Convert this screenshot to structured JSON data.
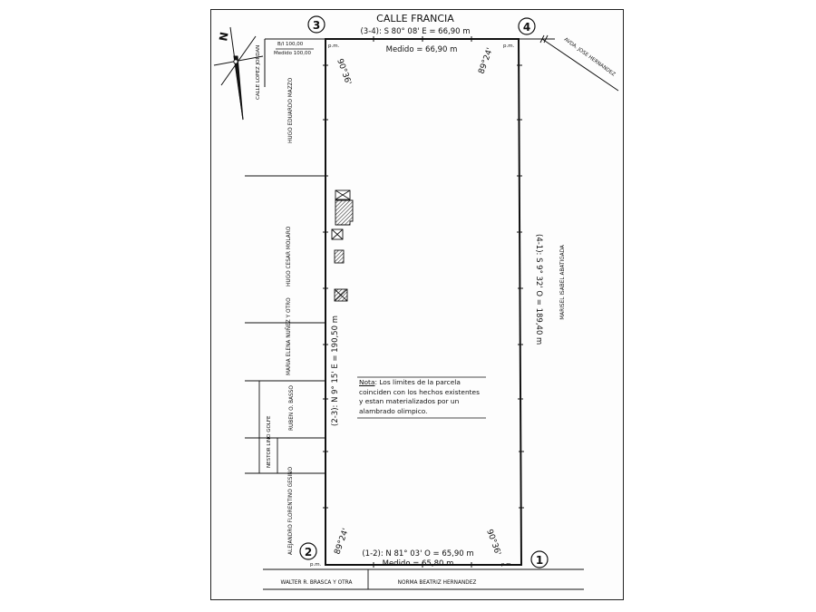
{
  "street_top": "CALLE FRANCIA",
  "side_3_4": "(3-4): S 80° 08' E = 66,90 m",
  "measured_top": "Medido = 66,90 m",
  "side_2_3": "(2-3): N 9° 15' E = 190,50 m",
  "side_4_1": "(4-1): S 9° 32' O = 189,40 m",
  "side_1_2": "(1-2): N 81° 03' O = 65,90 m",
  "measured_bottom": "Medido = 65,80 m",
  "vertices": {
    "v1": "1",
    "v2": "2",
    "v3": "3",
    "v4": "4"
  },
  "angles": {
    "v3": "90°36'",
    "v4": "89°24'",
    "v2": "89°24'",
    "v1": "90°36'"
  },
  "pm_label": "p.m.",
  "north_label": "N",
  "street_left": "CALLE LOPEZ JORDAN",
  "avenue_right": "AVDA. JOSE HERNANDEZ",
  "small_table": {
    "line1": "B/I 100,00",
    "line2": "Medido 100,00"
  },
  "neighbors_left": [
    "HUGO EDUARDO MAZZO",
    "HUGO CESAR MOLARO",
    "MARIA ELENA NUÑEZ Y OTRO",
    "RUBEN O. BASSO",
    "NESTOR LINO GOLFE",
    "ALEJANDRO FLORENTINO GESINO"
  ],
  "neighbor_right": "MARISEL ISABEL ABATIGADA",
  "neighbors_bottom": [
    "WALTER R. BRASCA Y OTRA",
    "NORMA BEATRIZ HERNANDEZ"
  ],
  "note": {
    "label": "Nota",
    "text": ": Los limites de la parcela coinciden con los hechos existentes y estan materializados por un alambrado olimpico."
  }
}
